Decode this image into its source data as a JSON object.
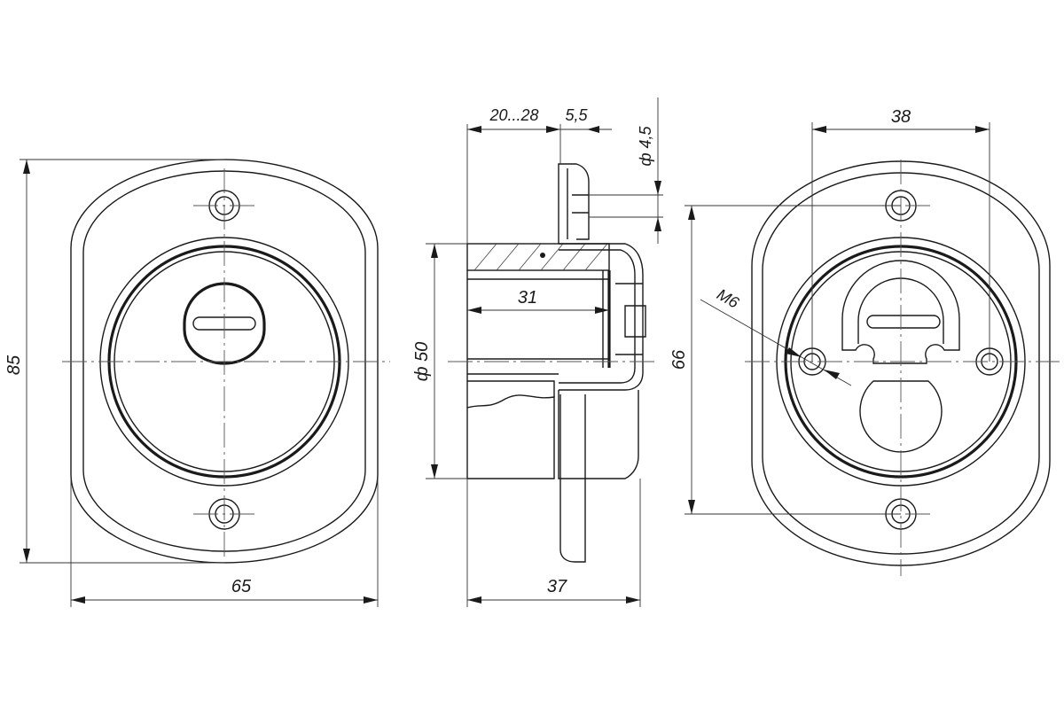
{
  "dimensions": {
    "front_height": "85",
    "front_width": "65",
    "side_depth_range": "20...28",
    "side_flange": "5,5",
    "side_hole_dia": "ф 4,5",
    "side_inner_length": "31",
    "side_diameter": "ф 50",
    "side_total": "37",
    "back_hole_spacing": "38",
    "back_height": "66",
    "back_thread": "M6"
  }
}
